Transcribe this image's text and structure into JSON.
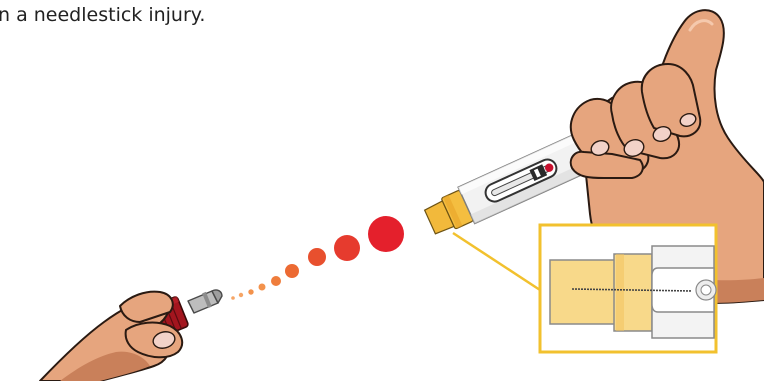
{
  "caption": "n a needlestick injury.",
  "colors": {
    "skin": "#E6A57E",
    "skin_shadow": "#C9805A",
    "nail": "#F2D2C8",
    "outline": "#2A1A12",
    "pen_body": "#F1F1F1",
    "pen_outline": "#8C8C8C",
    "cap": "#F2B93B",
    "cap_dark": "#E09A1B",
    "callout": "#F2C12E",
    "callout_fill": "#F8D98A",
    "window_red": "#C8102E",
    "needle_cap": "#A3151E",
    "droplets": [
      "#F6A566",
      "#F3924C",
      "#EF7D3C",
      "#EC6A33",
      "#E8502E",
      "#E63B2E",
      "#E4202C"
    ]
  },
  "icons": [
    "hand-holding-pen",
    "autoinjector-pen",
    "hand-holding-needle-cap",
    "droplet-trail",
    "zoom-callout"
  ]
}
